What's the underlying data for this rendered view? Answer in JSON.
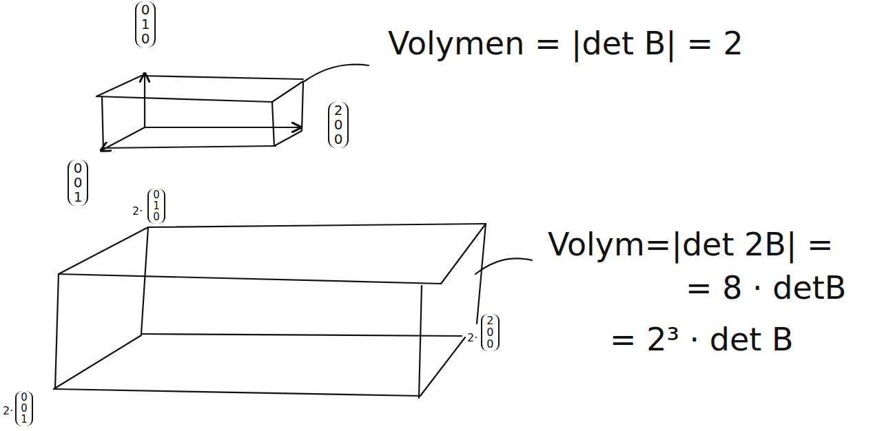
{
  "diagram": {
    "labels": [
      "0 1 0",
      "Volymen = |det B| = 2",
      "2 0 0",
      "0 0 1",
      "2·",
      "0 1 0",
      "Volym=|det 2B| =",
      "= 8 · detB",
      "2·",
      "2 0 0",
      "= 2³ · det B",
      "2·",
      "0 0 1"
    ]
  }
}
